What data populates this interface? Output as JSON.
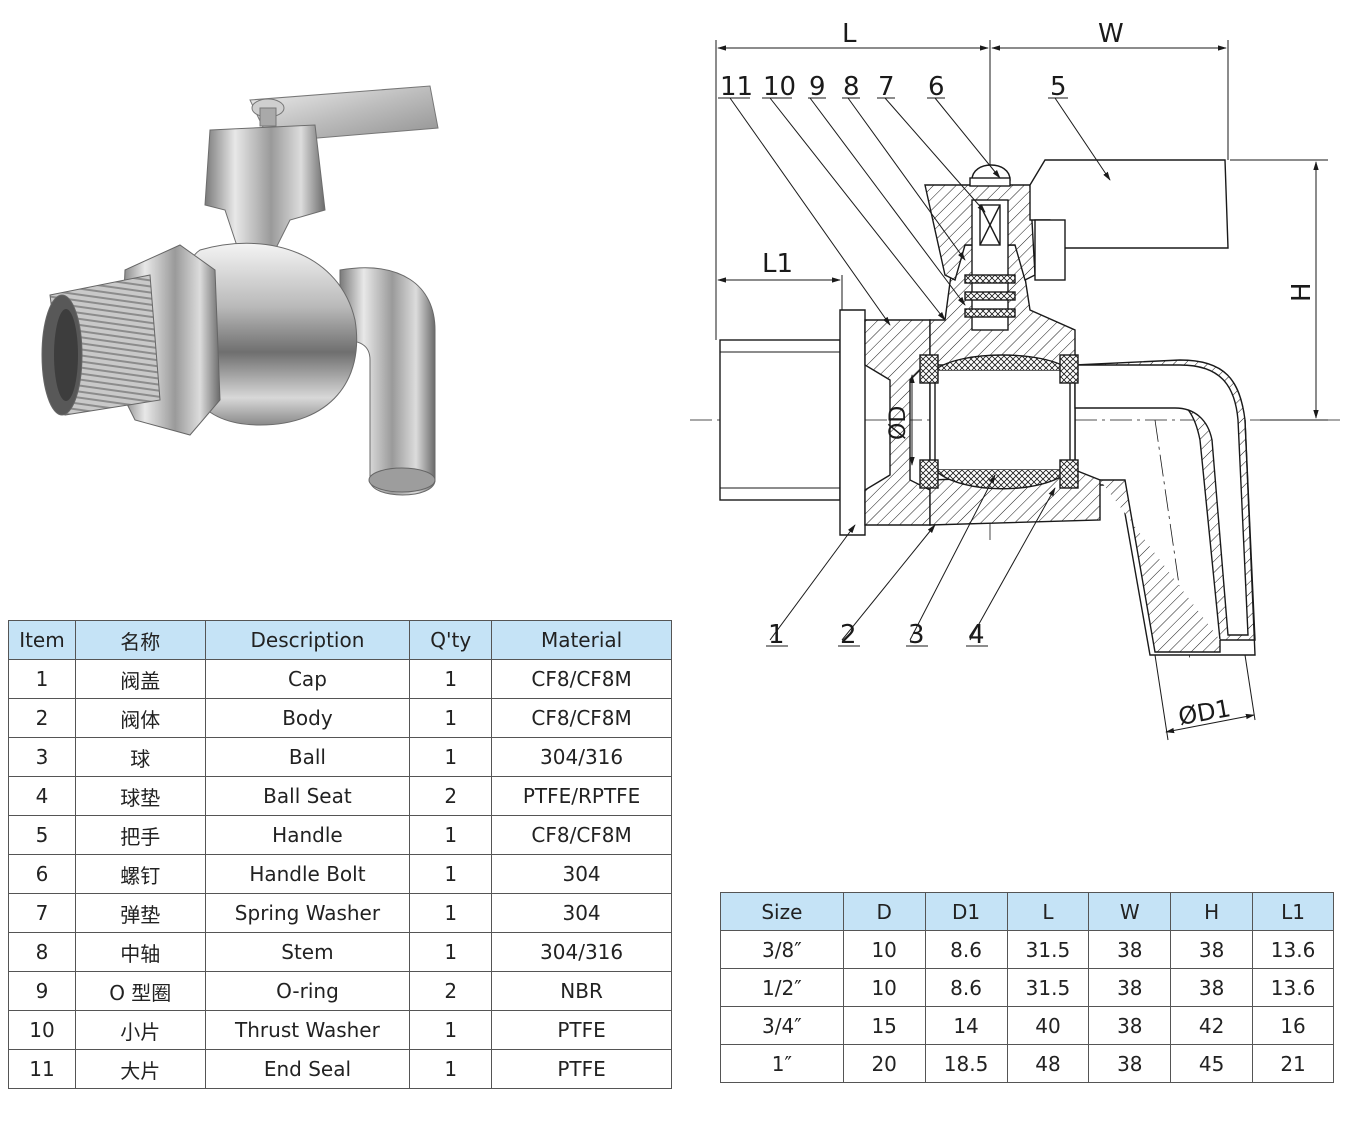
{
  "drawing": {
    "dims": {
      "L": "L",
      "W": "W",
      "L1": "L1",
      "H": "H",
      "D": "ØD",
      "D1": "ØD1"
    },
    "callouts": [
      "1",
      "2",
      "3",
      "4",
      "5",
      "6",
      "7",
      "8",
      "9",
      "10",
      "11"
    ]
  },
  "parts_table": {
    "headers": [
      "Item",
      "名称",
      "Description",
      "Q'ty",
      "Material"
    ],
    "rows": [
      [
        "1",
        "阀盖",
        "Cap",
        "1",
        "CF8/CF8M"
      ],
      [
        "2",
        "阀体",
        "Body",
        "1",
        "CF8/CF8M"
      ],
      [
        "3",
        "球",
        "Ball",
        "1",
        "304/316"
      ],
      [
        "4",
        "球垫",
        "Ball Seat",
        "2",
        "PTFE/RPTFE"
      ],
      [
        "5",
        "把手",
        "Handle",
        "1",
        "CF8/CF8M"
      ],
      [
        "6",
        "螺钉",
        "Handle Bolt",
        "1",
        "304"
      ],
      [
        "7",
        "弹垫",
        "Spring Washer",
        "1",
        "304"
      ],
      [
        "8",
        "中轴",
        "Stem",
        "1",
        "304/316"
      ],
      [
        "9",
        "O 型圈",
        "O-ring",
        "2",
        "NBR"
      ],
      [
        "10",
        "小片",
        "Thrust Washer",
        "1",
        "PTFE"
      ],
      [
        "11",
        "大片",
        "End Seal",
        "1",
        "PTFE"
      ]
    ]
  },
  "size_table": {
    "headers": [
      "Size",
      "D",
      "D1",
      "L",
      "W",
      "H",
      "L1"
    ],
    "rows": [
      [
        "3/8″",
        "10",
        "8.6",
        "31.5",
        "38",
        "38",
        "13.6"
      ],
      [
        "1/2″",
        "10",
        "8.6",
        "31.5",
        "38",
        "38",
        "13.6"
      ],
      [
        "3/4″",
        "15",
        "14",
        "40",
        "38",
        "42",
        "16"
      ],
      [
        "1″",
        "20",
        "18.5",
        "48",
        "38",
        "45",
        "21"
      ]
    ]
  },
  "colors": {
    "header_bg": "#c5e3f6",
    "line": "#1a1a1a"
  }
}
